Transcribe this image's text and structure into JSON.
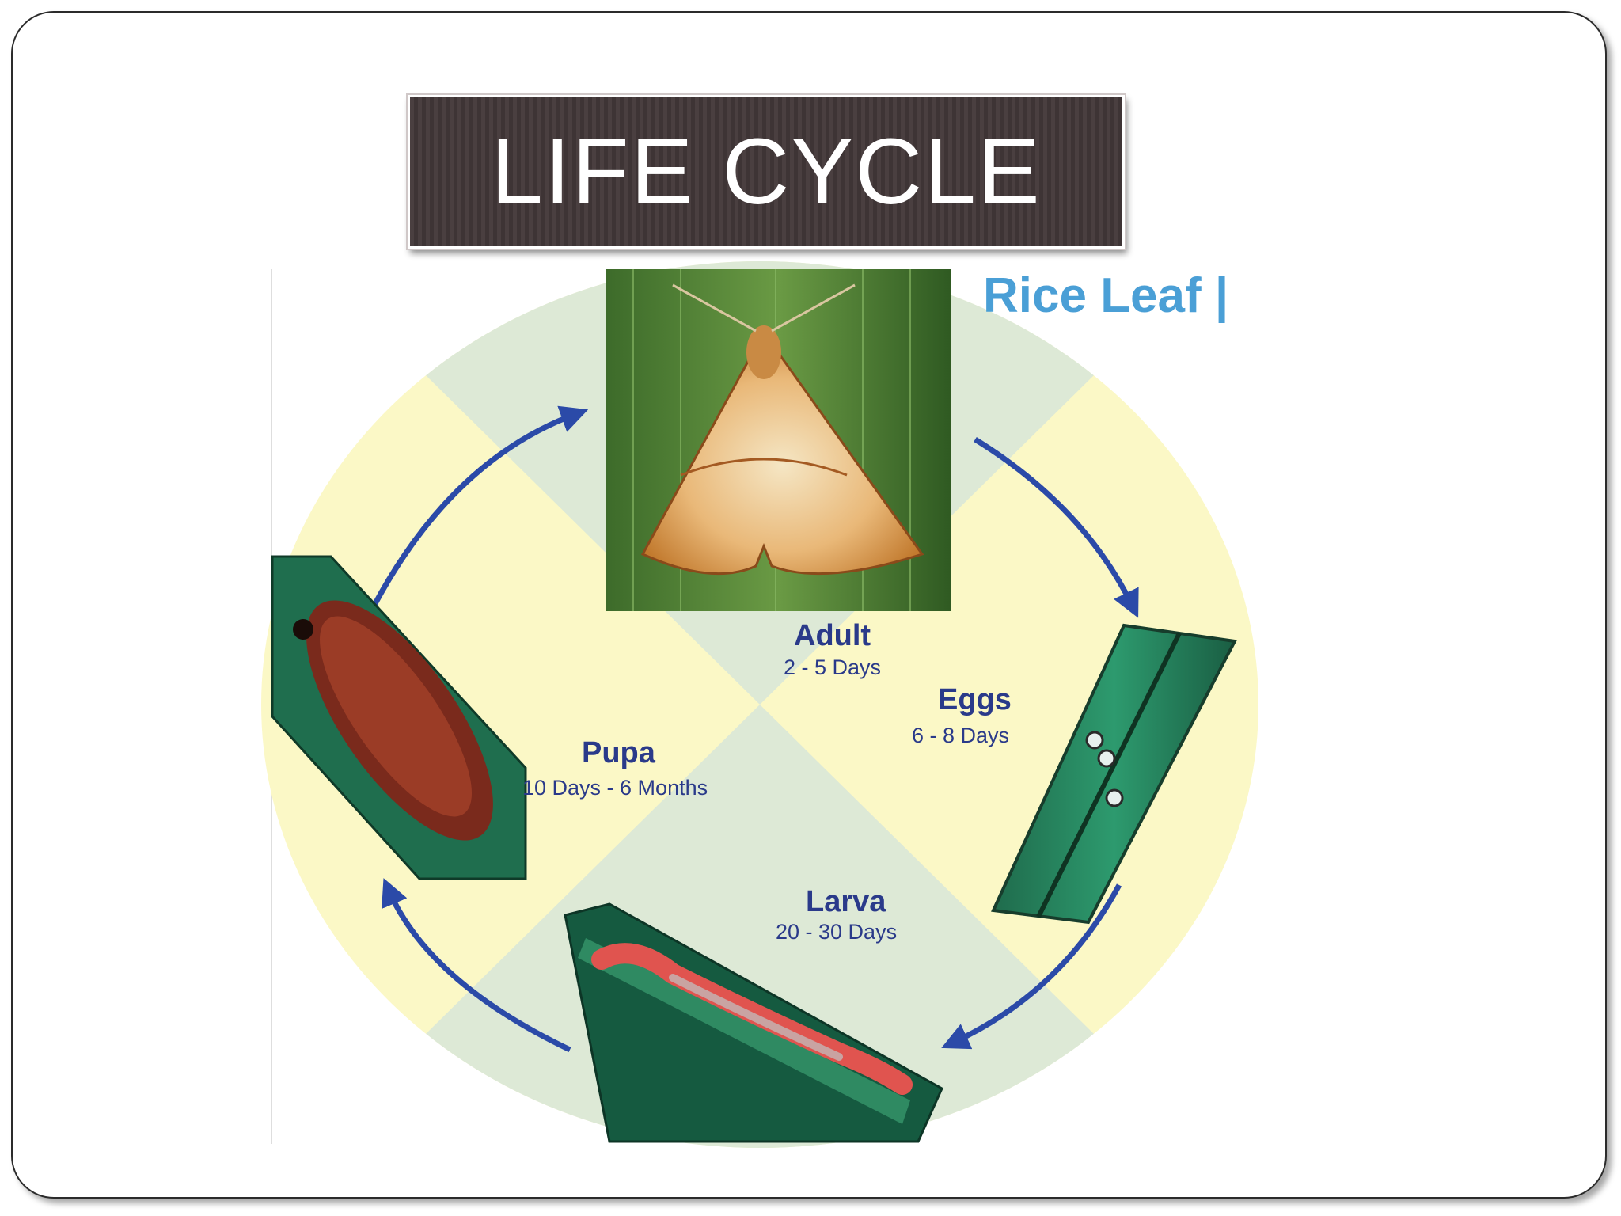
{
  "slide": {
    "title": "LIFE CYCLE"
  },
  "diagram": {
    "title": "Rice Leaf |",
    "stages": [
      {
        "name": "Adult",
        "duration": "2 - 5 Days",
        "icon": "moth-photo"
      },
      {
        "name": "Eggs",
        "duration": "6 - 8 Days",
        "icon": "eggs-on-leaf-photo"
      },
      {
        "name": "Larva",
        "duration": "20 - 30 Days",
        "icon": "larva-on-leaf-photo"
      },
      {
        "name": "Pupa",
        "duration": "10 Days - 6 Months",
        "icon": "pupa-in-leaf-photo"
      }
    ]
  },
  "colors": {
    "banner": "#4a3f40",
    "stage_text": "#2a3a8a",
    "diagram_title": "#4a9fd6",
    "arrow": "#2b4aa8",
    "circle_green": "#dde9d6",
    "circle_yellow": "#fbf8c6"
  }
}
